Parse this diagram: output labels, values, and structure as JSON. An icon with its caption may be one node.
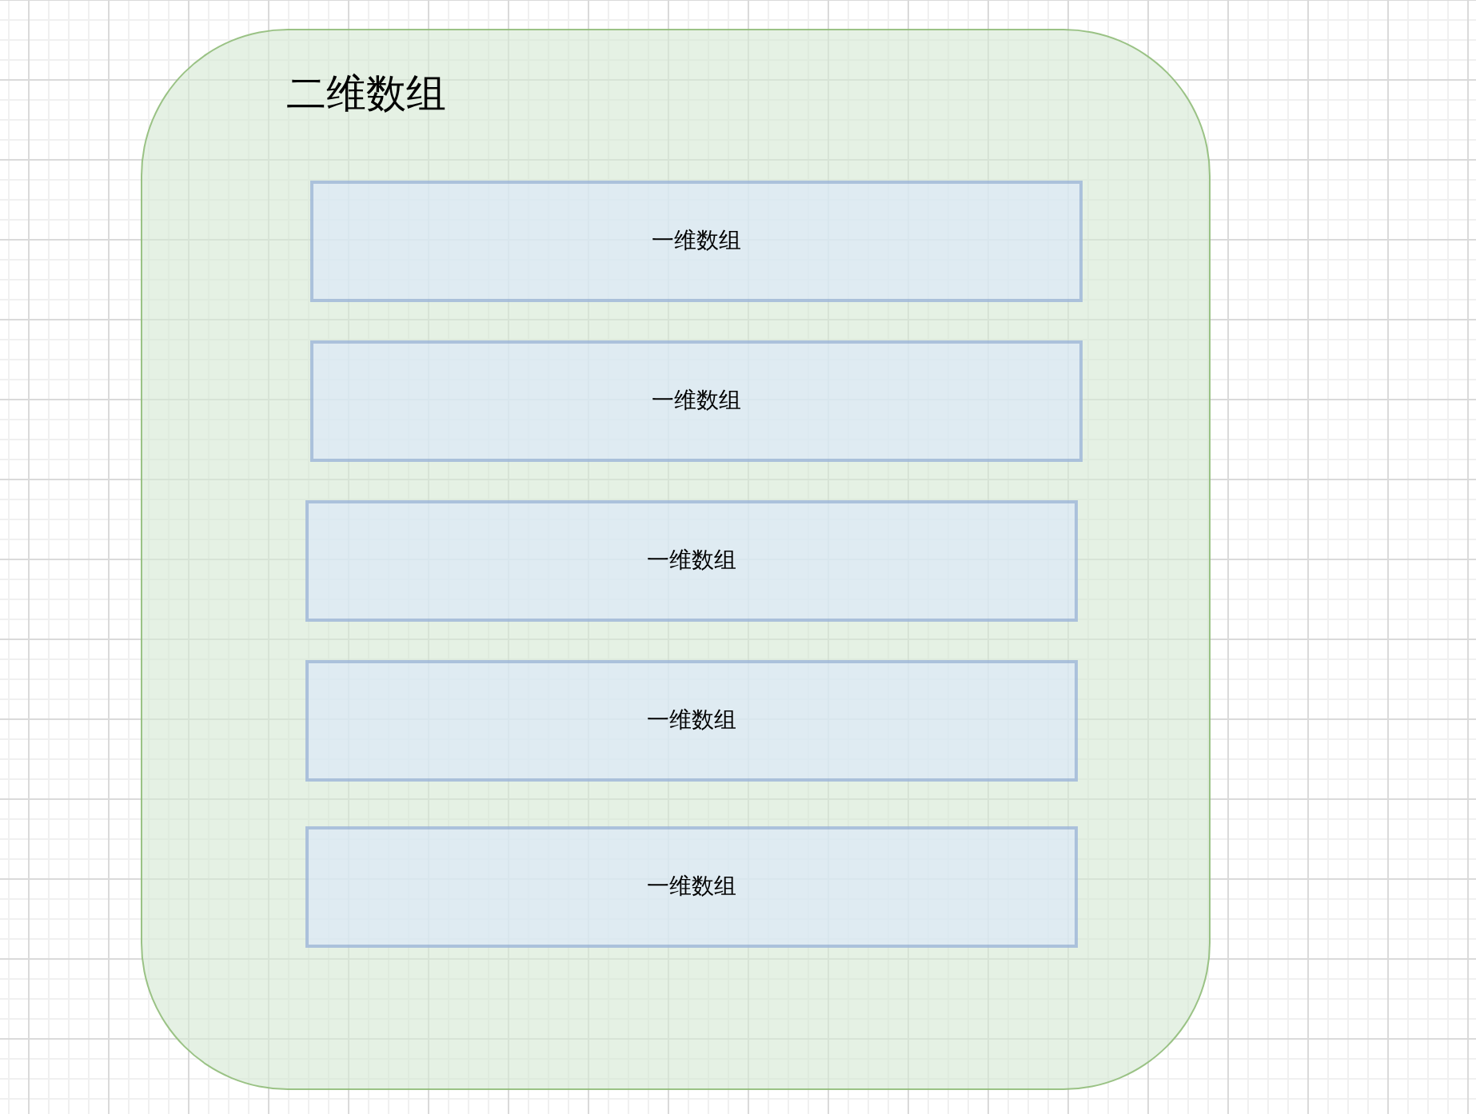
{
  "diagram": {
    "nodes": [
      {
        "text": [
          "二维数组"
        ]
      },
      {
        "text": [
          "一维数组"
        ],
        "in": 0
      },
      {
        "text": [
          "一维数组"
        ],
        "in": 0
      },
      {
        "text": [
          "一维数组"
        ],
        "in": 0
      },
      {
        "text": [
          "一维数组"
        ],
        "in": 0
      },
      {
        "text": [
          "一维数组"
        ],
        "in": 0
      }
    ]
  }
}
